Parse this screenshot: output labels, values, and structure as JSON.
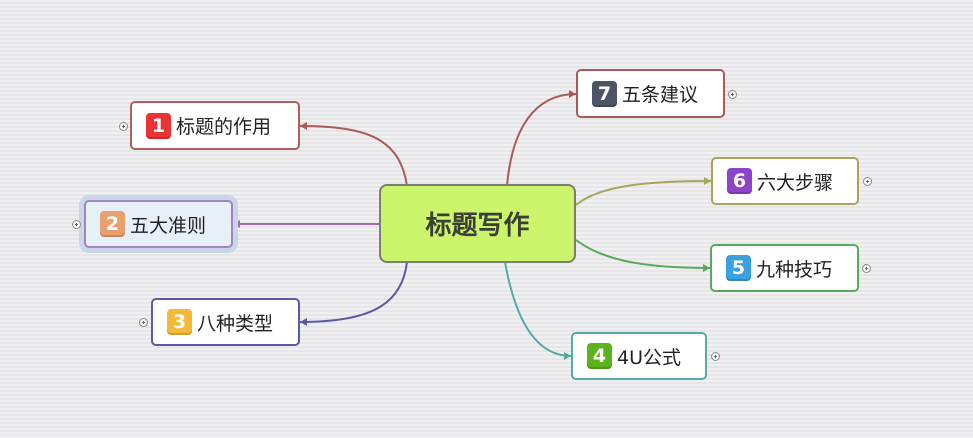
{
  "central": {
    "title": "标题写作"
  },
  "topics": [
    {
      "number": "1",
      "label": "标题的作用",
      "badge_color": "#ea3333",
      "border_color": "#b35f5c",
      "line_color": "#ab5a57",
      "side": "left"
    },
    {
      "number": "2",
      "label": "五大准则",
      "badge_color": "#e8a06e",
      "border_color": "#a384be",
      "line_color": "#a56ab0",
      "side": "left",
      "selected": true
    },
    {
      "number": "3",
      "label": "八种类型",
      "badge_color": "#f5b93a",
      "border_color": "#5c5aa5",
      "line_color": "#5a57a5",
      "side": "left"
    },
    {
      "number": "4",
      "label": "4U公式",
      "badge_color": "#5cb31c",
      "border_color": "#58a9a9",
      "line_color": "#55a8a8",
      "side": "right"
    },
    {
      "number": "5",
      "label": "九种技巧",
      "badge_color": "#3aa0e0",
      "border_color": "#5aa85c",
      "line_color": "#58a95a",
      "side": "right"
    },
    {
      "number": "6",
      "label": "六大步骤",
      "badge_color": "#8e44c8",
      "border_color": "#a9a45c",
      "line_color": "#a7a55c",
      "side": "right"
    },
    {
      "number": "7",
      "label": "五条建议",
      "badge_color": "#4c5466",
      "border_color": "#ab5a57",
      "line_color": "#ab5a57",
      "side": "right"
    }
  ]
}
